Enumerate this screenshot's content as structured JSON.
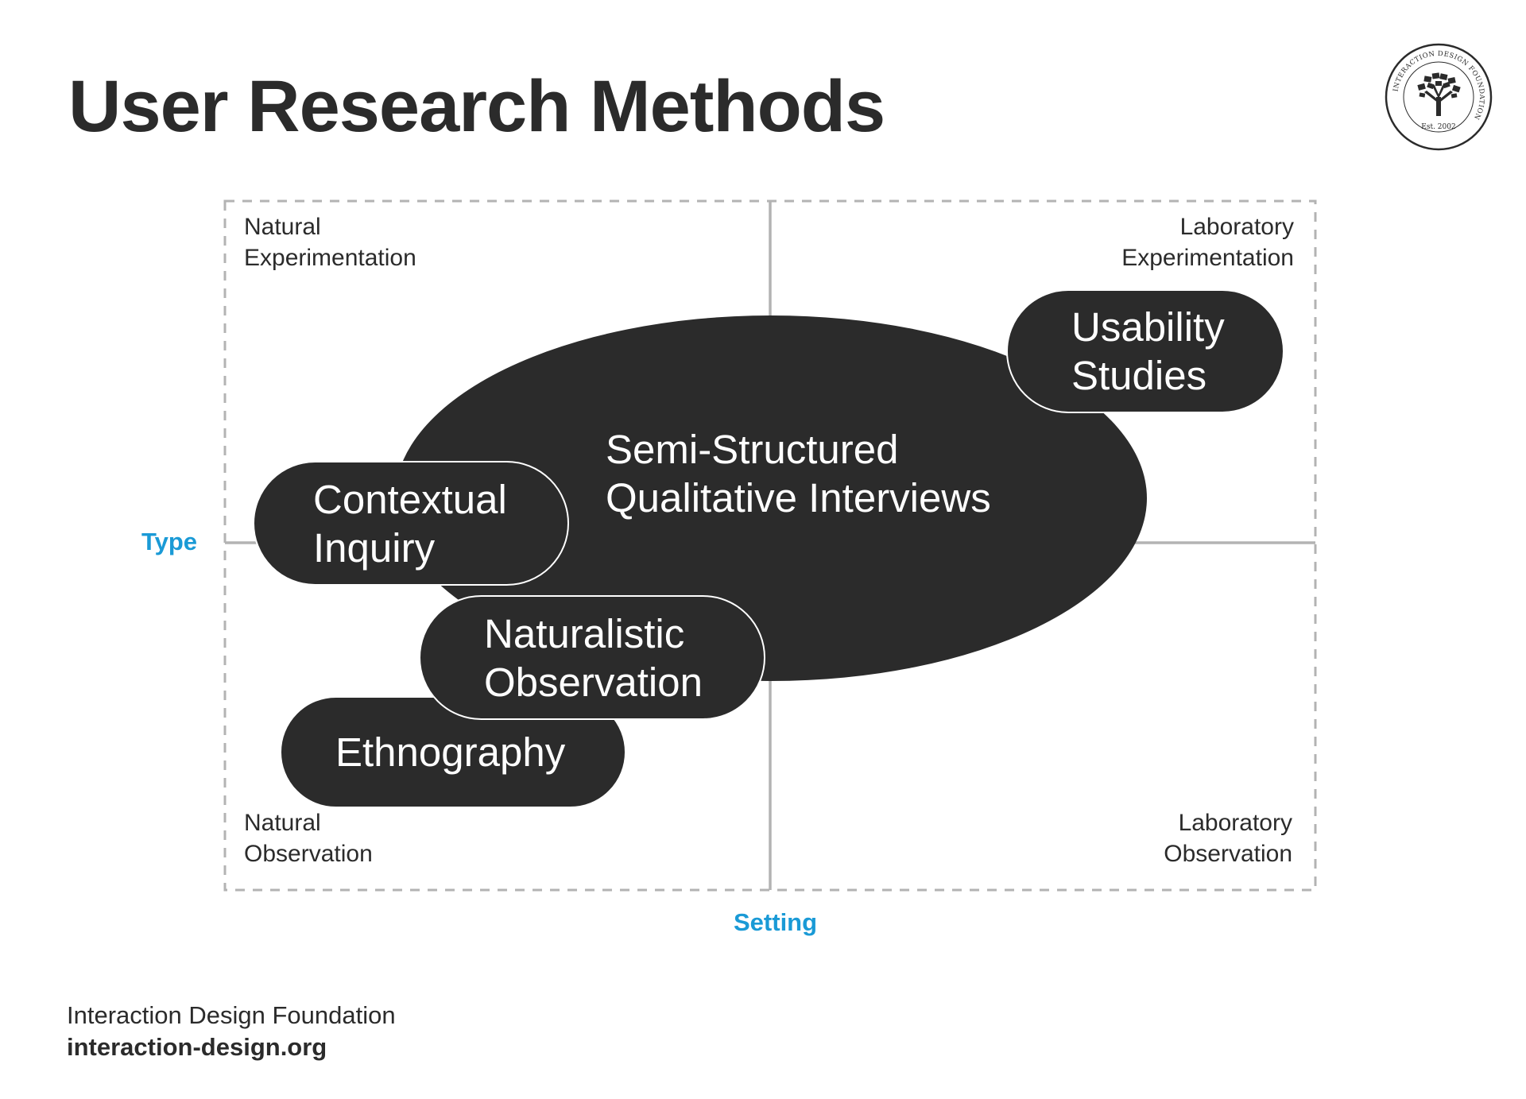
{
  "title": "User Research Methods",
  "logo": {
    "ring_text": "INTERACTION DESIGN FOUNDATION",
    "established": "Est. 2002",
    "icon": "tree-icon"
  },
  "quadrants": {
    "top_left": [
      "Natural",
      "Experimentation"
    ],
    "top_right": [
      "Laboratory",
      "Experimentation"
    ],
    "bottom_left": [
      "Natural",
      "Observation"
    ],
    "bottom_right": [
      "Laboratory",
      "Observation"
    ]
  },
  "axes": {
    "vertical": "Type",
    "horizontal": "Setting"
  },
  "methods": {
    "semi_structured": [
      "Semi-Structured",
      "Qualitative Interviews"
    ],
    "usability": [
      "Usability",
      "Studies"
    ],
    "contextual": [
      "Contextual",
      "Inquiry"
    ],
    "naturalistic": [
      "Naturalistic",
      "Observation"
    ],
    "ethnography": "Ethnography"
  },
  "footer": {
    "organization": "Interaction Design Foundation",
    "url": "interaction-design.org"
  },
  "colors": {
    "shape_fill": "#2b2b2b",
    "axis_accent": "#1a9ad6",
    "grid_line": "#b3b3b3"
  }
}
